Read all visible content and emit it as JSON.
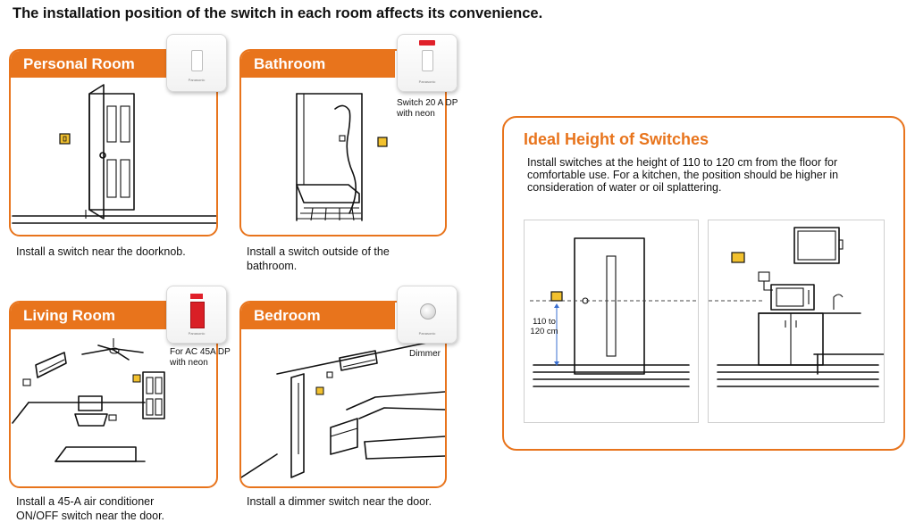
{
  "headline": "The installation position of the switch in each room affects its convenience.",
  "rooms": [
    {
      "title": "Personal Room",
      "caption": "Install a switch near the doorknob.",
      "photo_label": ""
    },
    {
      "title": "Bathroom",
      "caption": "Install a switch outside of the bathroom.",
      "photo_label": "Switch 20 A DP with neon"
    },
    {
      "title": "Living Room",
      "caption": "Install a 45-A air conditioner ON/OFF switch near the door.",
      "photo_label": "For AC 45A DP with neon"
    },
    {
      "title": "Bedroom",
      "caption": "Install a dimmer switch near the door.",
      "photo_label": "Dimmer"
    }
  ],
  "ideal": {
    "title": "Ideal Height of Switches",
    "body": "Install switches at the height of 110 to 120 cm from the floor for comfortable use. For a kitchen, the position should be higher in consideration of water or oil splattering.",
    "height_label": "110 to 120 cm"
  },
  "brand": "Panasonic",
  "colors": {
    "accent": "#e8741c",
    "switch_yellow": "#f2c12e",
    "neon_red": "#e0202a"
  }
}
